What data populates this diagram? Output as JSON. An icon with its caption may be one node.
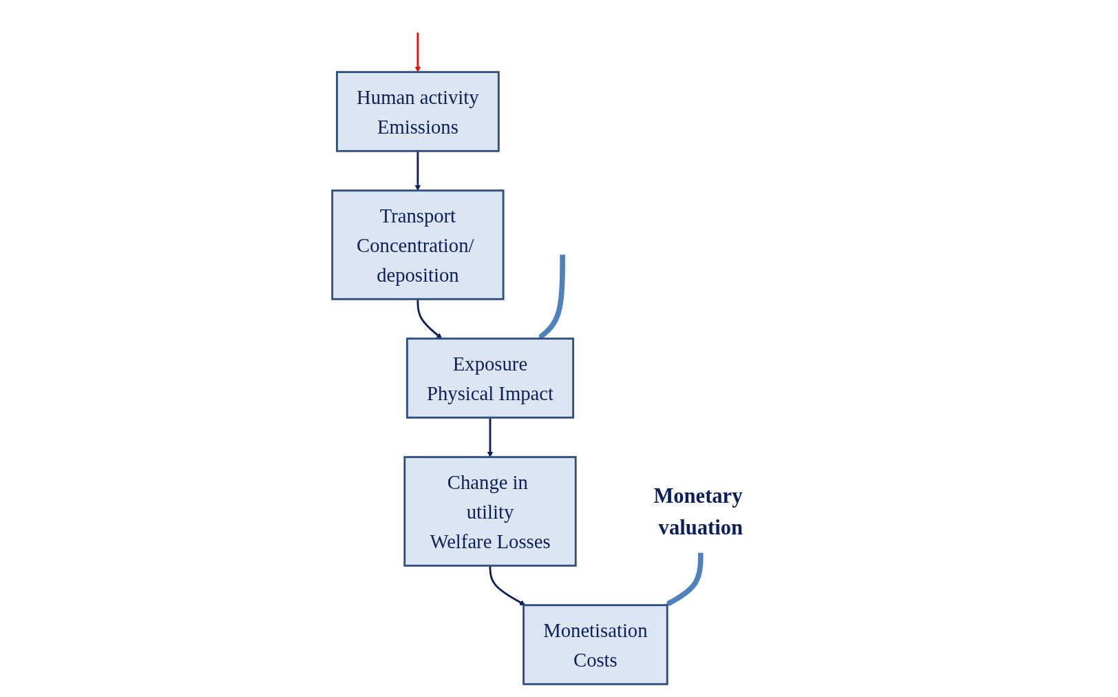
{
  "diagram": {
    "nodes": [
      {
        "text": [
          "Human activity",
          "Emissions"
        ]
      },
      {
        "text": [
          "Transport",
          "Concentration/ deposition"
        ]
      },
      {
        "text": [
          "Exposure",
          "Physical Impact"
        ]
      },
      {
        "text": [
          "Change in utility",
          "Welfare Losses"
        ]
      },
      {
        "text": [
          "Monetisation",
          "Costs"
        ]
      },
      {
        "text": [
          "Monetary valuation"
        ]
      }
    ],
    "edges": [
      {
        "from": null,
        "to": 0,
        "arrow": "to",
        "color": "#ff0000"
      },
      {
        "from": 0,
        "to": 1,
        "arrow": "to"
      },
      {
        "from": 1,
        "to": 2,
        "arrow": "to"
      },
      {
        "from": null,
        "to": 2,
        "arrow": "to",
        "style": "thick",
        "color": "#4f81bd"
      },
      {
        "from": 2,
        "to": 3,
        "arrow": "to"
      },
      {
        "from": 3,
        "to": 4,
        "arrow": "to"
      },
      {
        "from": 5,
        "to": 4,
        "arrow": "to",
        "style": "thick",
        "color": "#4f81bd"
      }
    ]
  }
}
